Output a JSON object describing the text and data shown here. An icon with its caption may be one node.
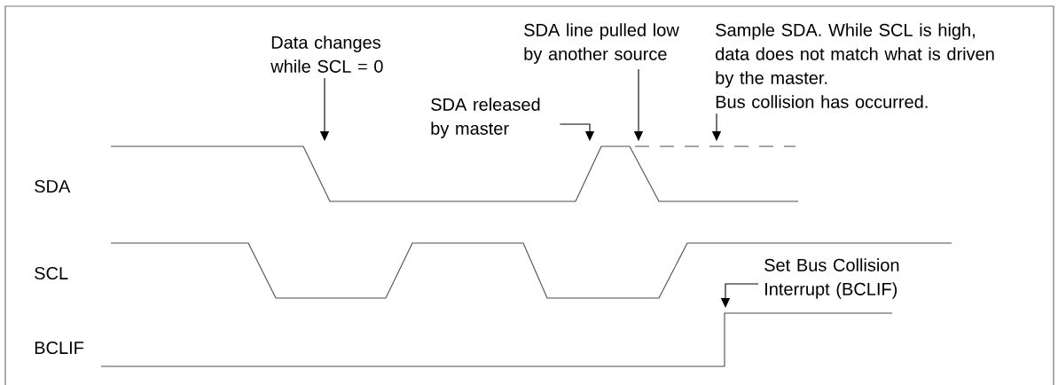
{
  "diagram": {
    "nodes": [
      {
        "text": [
          "Data changes while SCL = 0"
        ]
      },
      {
        "text": [
          "SDA line pulled low by another source"
        ]
      },
      {
        "text": [
          "SDA released by master"
        ]
      },
      {
        "text": [
          "Sample SDA. While SCL is high, data does not match what is driven by the master.",
          "Bus collision has occurred."
        ]
      },
      {
        "text": [
          "Set Bus Collision Interrupt (BCLIF)"
        ]
      },
      {
        "text": [],
        "shape": "waveform"
      },
      {
        "text": [],
        "shape": "waveform"
      }
    ],
    "edges": [
      {
        "from": 0,
        "to": 5,
        "arrow": "to"
      },
      {
        "from": 1,
        "to": 5,
        "arrow": "to"
      },
      {
        "from": 2,
        "to": 5,
        "arrow": "to"
      },
      {
        "from": 3,
        "to": 5,
        "arrow": "to"
      },
      {
        "from": 4,
        "to": 6,
        "arrow": "to"
      }
    ],
    "labels": [
      "SDA",
      "SCL",
      "BCLIF"
    ]
  }
}
